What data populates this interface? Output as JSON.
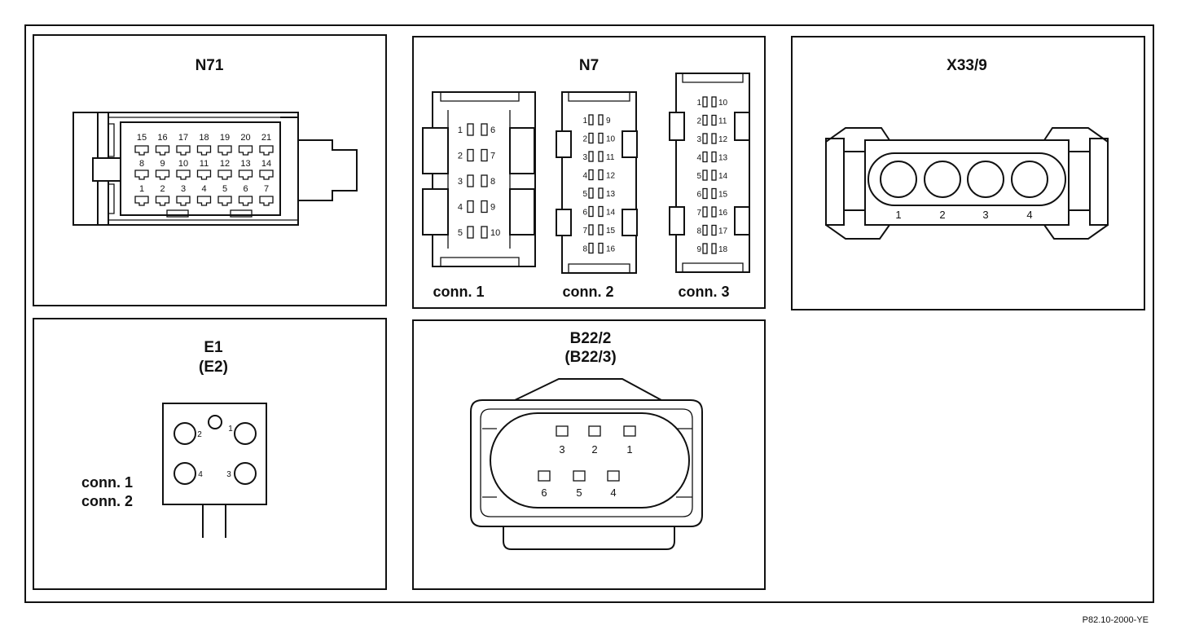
{
  "drawing_ref": "P82.10-2000-YE",
  "panels": {
    "n71": {
      "title": "N71",
      "rows": [
        [
          "15",
          "16",
          "17",
          "18",
          "19",
          "20",
          "21"
        ],
        [
          "8",
          "9",
          "10",
          "11",
          "12",
          "13",
          "14"
        ],
        [
          "1",
          "2",
          "3",
          "4",
          "5",
          "6",
          "7"
        ]
      ]
    },
    "n7": {
      "title": "N7",
      "connectors": [
        {
          "label": "conn. 1",
          "left": [
            "1",
            "2",
            "3",
            "4",
            "5"
          ],
          "right": [
            "6",
            "7",
            "8",
            "9",
            "10"
          ]
        },
        {
          "label": "conn. 2",
          "left": [
            "1",
            "2",
            "3",
            "4",
            "5",
            "6",
            "7",
            "8"
          ],
          "right": [
            "9",
            "10",
            "11",
            "12",
            "13",
            "14",
            "15",
            "16"
          ]
        },
        {
          "label": "conn. 3",
          "left": [
            "1",
            "2",
            "3",
            "4",
            "5",
            "6",
            "7",
            "8",
            "9"
          ],
          "right": [
            "10",
            "11",
            "12",
            "13",
            "14",
            "15",
            "16",
            "17",
            "18"
          ]
        }
      ]
    },
    "x33_9": {
      "title": "X33/9",
      "pins": [
        "1",
        "2",
        "3",
        "4"
      ]
    },
    "e1": {
      "title": "E1",
      "subtitle": "(E2)",
      "labels": [
        "conn. 1",
        "conn. 2"
      ],
      "pins": [
        "2",
        "1",
        "4",
        "3"
      ]
    },
    "b22_2": {
      "title": "B22/2",
      "subtitle": "(B22/3)",
      "top_pins": [
        "3",
        "2",
        "1"
      ],
      "bottom_pins": [
        "6",
        "5",
        "4"
      ]
    }
  }
}
